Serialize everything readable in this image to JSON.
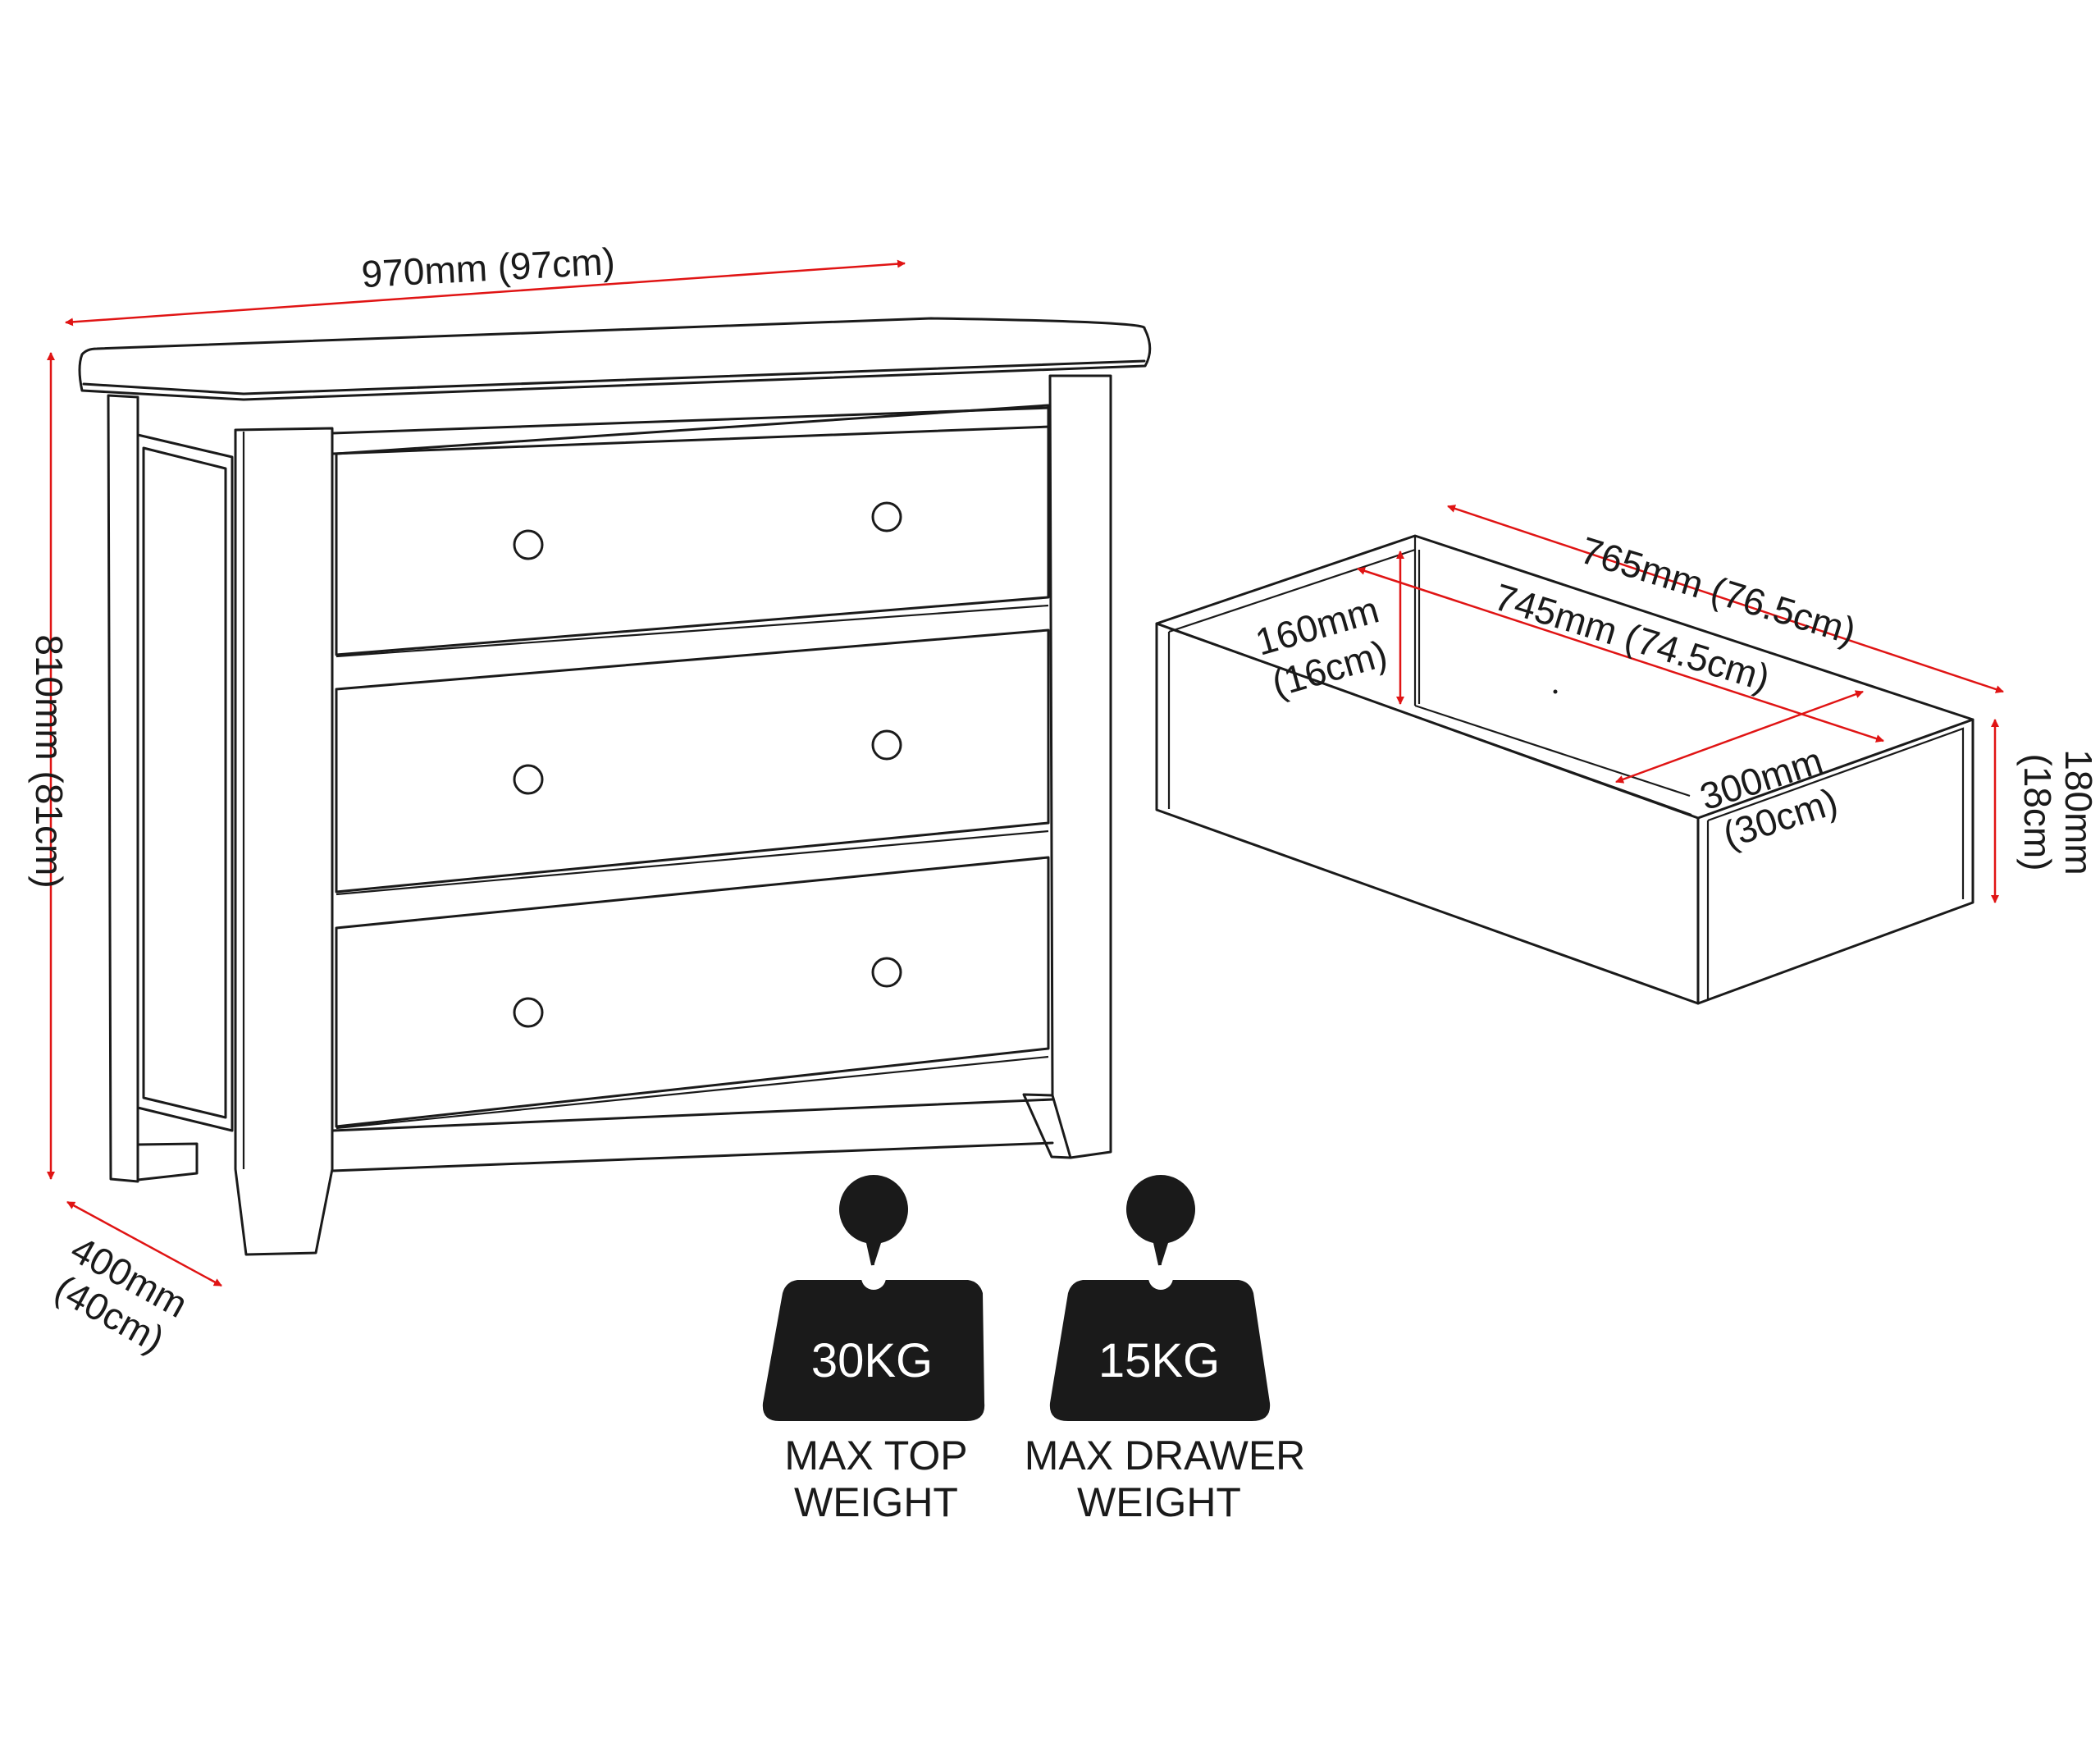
{
  "colors": {
    "dimension_line": "#e01414",
    "outline": "#1a1a1a",
    "weight_fill": "#1a1a1a",
    "background": "#ffffff"
  },
  "dimensions": {
    "width": "970mm (97cm)",
    "height": "810mm (81cm)",
    "depth_mm": "400mm",
    "depth_cm": "(40cm)",
    "drawer_outer_length": "765mm (76.5cm)",
    "drawer_inner_length": "745mm (74.5cm)",
    "drawer_inner_height_mm": "160mm",
    "drawer_inner_height_cm": "(16cm)",
    "drawer_depth_mm": "300mm",
    "drawer_depth_cm": "(30cm)",
    "drawer_outer_height_mm": "180mm",
    "drawer_outer_height_cm": "(18cm)"
  },
  "weights": [
    {
      "value": "30KG",
      "label_line1": "MAX TOP",
      "label_line2": "WEIGHT"
    },
    {
      "value": "15KG",
      "label_line1": "MAX DRAWER",
      "label_line2": "WEIGHT"
    }
  ],
  "icons": {
    "weight": "weight-icon",
    "knob": "drawer-knob-icon"
  }
}
